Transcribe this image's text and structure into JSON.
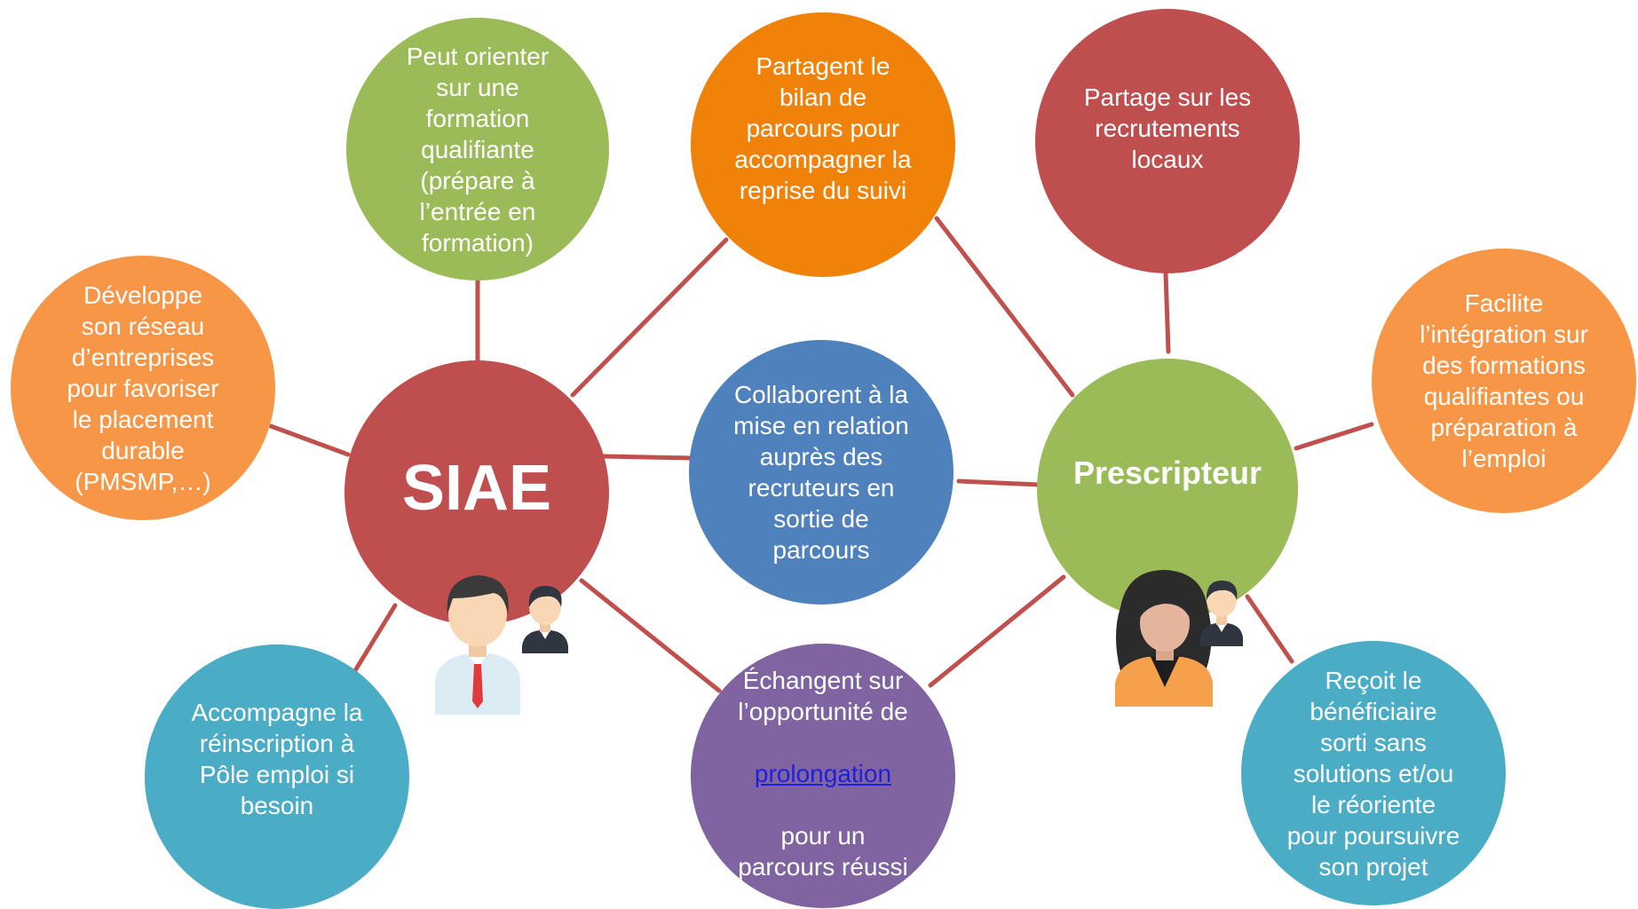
{
  "diagram": {
    "colors": {
      "connector": "#c0504d",
      "red": "#bf4f4e",
      "green": "#9bbb59",
      "orange": "#f79646",
      "dark_orange": "#f0820a",
      "blue": "#4f81bd",
      "teal": "#4bacc6",
      "purple": "#8064a2"
    },
    "hubs": {
      "siae": {
        "label": "SIAE",
        "color": "#bf4f4e"
      },
      "prescripteur": {
        "label": "Prescripteur",
        "color": "#9bbb59"
      }
    },
    "nodes": {
      "formation": {
        "text": "Peut orienter\nsur une\nformation\nqualifiante\n(prépare à\nl’entrée en\nformation)",
        "color": "#9bbb59"
      },
      "reseau": {
        "text": "Développe\nson réseau\nd’entreprises\npour favoriser\nle placement\ndurable\n(PMSMP,…)",
        "color": "#f79646"
      },
      "bilan": {
        "text": "Partagent le\nbilan de\nparcours pour\naccompagner la\nreprise du suivi",
        "color": "#f0820a"
      },
      "recrutements": {
        "text": "Partage sur les\nrecrutements\nlocaux",
        "color": "#bf4f4e"
      },
      "integration": {
        "text": "Facilite\nl’intégration sur\ndes formations\nqualifiantes ou\npréparation à\nl’emploi",
        "color": "#f79646"
      },
      "collaborent": {
        "text": "Collaborent à la\nmise en relation\nauprès des\nrecruteurs en\nsortie de\nparcours",
        "color": "#4f81bd"
      },
      "reinscription": {
        "text": "Accompagne la\nréinscription à\nPôle emploi si\nbesoin",
        "color": "#4bacc6"
      },
      "prolongation": {
        "text_before": "Échangent sur\nl’opportunité de",
        "link_text": "prolongation",
        "text_after": "pour un\nparcours réussi",
        "color": "#8064a2"
      },
      "recoit": {
        "text": "Reçoit le\nbénéficiaire\nsorti sans\nsolutions et/ou\nle réoriente\npour poursuivre\nson projet",
        "color": "#4bacc6"
      }
    }
  }
}
